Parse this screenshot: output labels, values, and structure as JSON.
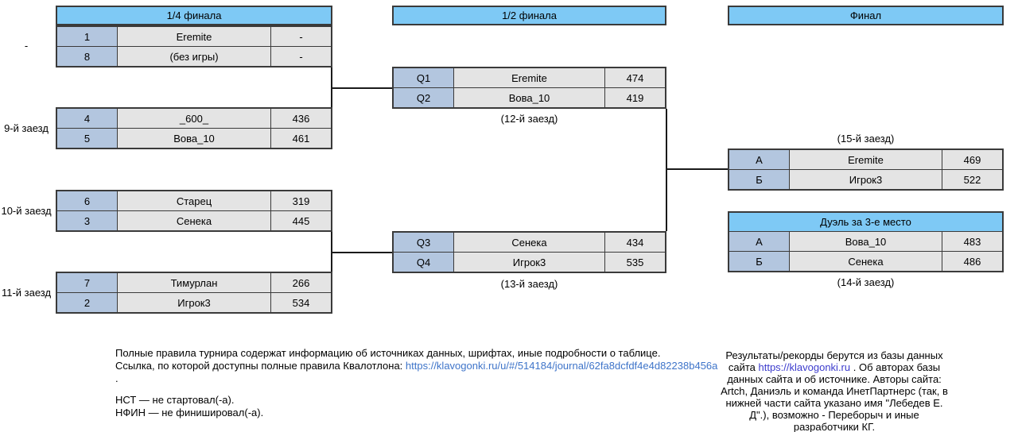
{
  "headers": {
    "quarterfinal": "1/4 финала",
    "semifinal": "1/2 финала",
    "final": "Финал",
    "duel": "Дуэль за 3-е место"
  },
  "colors": {
    "header_blue": "#7ec9f5",
    "seed_blue": "#b3c6df",
    "cell_gray": "#e4e4e4",
    "border": "#3a3a3a",
    "link_rules": "#3e74c9",
    "link_credits": "#3c3ccd"
  },
  "bracket": {
    "qf1": {
      "side_label": "-",
      "rows": [
        {
          "seed": "1",
          "name": "Eremite",
          "score": "-"
        },
        {
          "seed": "8",
          "name": "(без игры)",
          "score": "-"
        }
      ]
    },
    "qf2": {
      "side_label": "9-й заезд",
      "rows": [
        {
          "seed": "4",
          "name": "_600_",
          "score": "436"
        },
        {
          "seed": "5",
          "name": "Вова_10",
          "score": "461"
        }
      ]
    },
    "qf3": {
      "side_label": "10-й заезд",
      "rows": [
        {
          "seed": "6",
          "name": "Старец",
          "score": "319"
        },
        {
          "seed": "3",
          "name": "Сенека",
          "score": "445"
        }
      ]
    },
    "qf4": {
      "side_label": "11-й заезд",
      "rows": [
        {
          "seed": "7",
          "name": "Тимурлан",
          "score": "266"
        },
        {
          "seed": "2",
          "name": "Игрок3",
          "score": "534"
        }
      ]
    },
    "sf1": {
      "caption": "(12-й заезд)",
      "rows": [
        {
          "seed": "Q1",
          "name": "Eremite",
          "score": "474"
        },
        {
          "seed": "Q2",
          "name": "Вова_10",
          "score": "419"
        }
      ]
    },
    "sf2": {
      "caption": "(13-й заезд)",
      "rows": [
        {
          "seed": "Q3",
          "name": "Сенека",
          "score": "434"
        },
        {
          "seed": "Q4",
          "name": "Игрок3",
          "score": "535"
        }
      ]
    },
    "final": {
      "caption": "(15-й заезд)",
      "rows": [
        {
          "seed": "А",
          "name": "Eremite",
          "score": "469"
        },
        {
          "seed": "Б",
          "name": "Игрок3",
          "score": "522"
        }
      ]
    },
    "duel": {
      "caption": "(14-й заезд)",
      "rows": [
        {
          "seed": "А",
          "name": "Вова_10",
          "score": "483"
        },
        {
          "seed": "Б",
          "name": "Сенека",
          "score": "486"
        }
      ]
    }
  },
  "footnotes": {
    "rules_line1": "Полные правила турнира содержат информацию об источниках данных, шрифтах, иные подробности о таблице.",
    "rules_line2_prefix": "Ссылка, по которой доступны полные правила Квалотлона: ",
    "rules_link": "https://klavogonki.ru/u/#/514184/journal/62fa8dcfdf4e4d82238b456a",
    "rules_line2_suffix": " .",
    "abbr_line1": "НСТ — не стартовал(-а).",
    "abbr_line2": "НФИН — не финишировал(-а).",
    "credits_prefix": "Результаты/рекорды берутся из базы данных сайта ",
    "credits_link": "https://klavogonki.ru",
    "credits_suffix": " . Об авторах базы данных сайта и об источнике. Авторы сайта: Artch, Даниэль и команда ИнетПартнерс (так, в нижней части сайта указано имя \"Лебедев Е. Д\".), возможно - Переборыч и иные разработчики КГ."
  }
}
